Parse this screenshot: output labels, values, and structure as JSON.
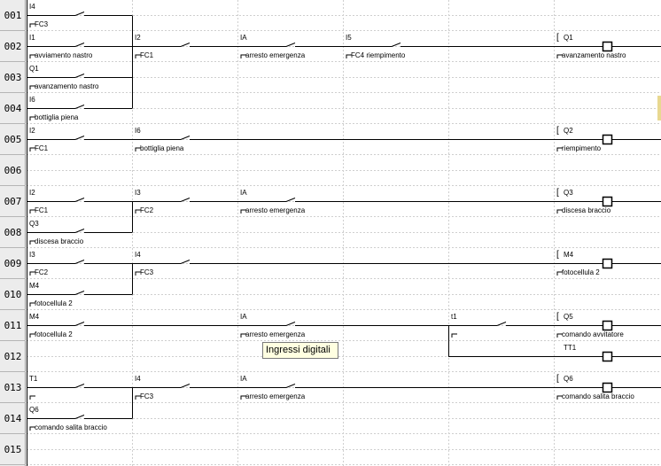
{
  "rows": [
    "001",
    "002",
    "003",
    "004",
    "005",
    "006",
    "007",
    "008",
    "009",
    "010",
    "011",
    "012",
    "013",
    "014",
    "015"
  ],
  "contacts": {
    "r1c1": {
      "op": "I4",
      "desc": "FC3"
    },
    "r2c1": {
      "op": "I1",
      "desc": "avviamento nastro"
    },
    "r2c2": {
      "op": "I2",
      "desc": "FC1"
    },
    "r2c3": {
      "op": "IA",
      "desc": "arresto emergenza"
    },
    "r2c4": {
      "op": "I5",
      "desc": "FC4 riempimento"
    },
    "r3c1": {
      "op": "Q1",
      "desc": "avanzamento nastro"
    },
    "r4c1": {
      "op": "I6",
      "desc": "bottiglia piena"
    },
    "r5c1": {
      "op": "I2",
      "desc": "FC1"
    },
    "r5c2": {
      "op": "I6",
      "desc": "bottiglia piena"
    },
    "r7c1": {
      "op": "I2",
      "desc": "FC1"
    },
    "r7c2": {
      "op": "I3",
      "desc": "FC2"
    },
    "r7c3": {
      "op": "IA",
      "desc": "arresto emergenza"
    },
    "r8c1": {
      "op": "Q3",
      "desc": "discesa braccio"
    },
    "r9c1": {
      "op": "I3",
      "desc": "FC2"
    },
    "r9c2": {
      "op": "I4",
      "desc": "FC3"
    },
    "r10c1": {
      "op": "M4",
      "desc": "fotocellula 2"
    },
    "r11c1": {
      "op": "M4",
      "desc": "fotocellula 2"
    },
    "r11c3": {
      "op": "IA",
      "desc": "arresto emergenza"
    },
    "r11c5": {
      "op": "t1",
      "desc": ""
    },
    "r13c1": {
      "op": "T1",
      "desc": ""
    },
    "r13c2": {
      "op": "I4",
      "desc": "FC3"
    },
    "r13c3": {
      "op": "IA",
      "desc": "arresto emergenza"
    },
    "r14c1": {
      "op": "Q6",
      "desc": "comando salita braccio"
    }
  },
  "coils": {
    "r2": {
      "op": "Q1",
      "desc": "avanzamento nastro",
      "bracket": "["
    },
    "r5": {
      "op": "Q2",
      "desc": "riempimento",
      "bracket": "["
    },
    "r7": {
      "op": "Q3",
      "desc": "discesa braccio",
      "bracket": "["
    },
    "r9": {
      "op": "M4",
      "desc": "fotocellula 2",
      "bracket": "["
    },
    "r11": {
      "op": "Q5",
      "desc": "comando avvitatore",
      "bracket": "["
    },
    "r12": {
      "op": "TT1",
      "desc": "",
      "bracket": ""
    },
    "r13": {
      "op": "Q6",
      "desc": "comando salita braccio",
      "bracket": "["
    }
  },
  "tooltip": "Ingressi digitali",
  "colors": {
    "line": "#000000",
    "grid": "#c8c8c8",
    "gutter": "#ececec",
    "tooltip_bg": "#ffffe1"
  }
}
